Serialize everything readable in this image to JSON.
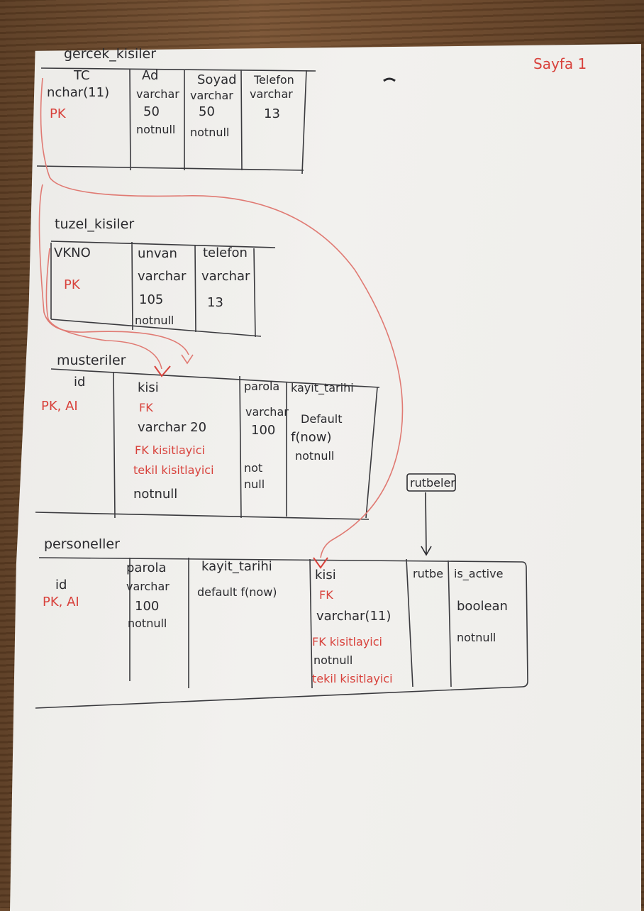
{
  "page_label": "Sayfa 1",
  "gercek_kisiler": {
    "title": "gercek_kisiler",
    "columns": [
      {
        "lines": [
          "TC",
          "nchar(11)"
        ],
        "key": "PK"
      },
      {
        "lines": [
          "Ad",
          "varchar",
          "50",
          "notnull"
        ]
      },
      {
        "lines": [
          "Soyad",
          "varchar",
          "50",
          "notnull"
        ]
      },
      {
        "lines": [
          "Telefon",
          "varchar",
          "13"
        ]
      }
    ]
  },
  "tuzel_kisiler": {
    "title": "tuzel_kisiler",
    "columns": [
      {
        "lines": [
          "VKNO"
        ],
        "key": "PK"
      },
      {
        "lines": [
          "unvan",
          "varchar",
          "105",
          "notnull"
        ]
      },
      {
        "lines": [
          "telefon",
          "varchar",
          "13"
        ]
      }
    ]
  },
  "musteriler": {
    "title": "musteriler",
    "columns": [
      {
        "lines": [
          "id"
        ],
        "key": "PK, AI"
      },
      {
        "name": "kisi",
        "fk": "FK",
        "type": "varchar 20",
        "notes": [
          "FK kisitlayici",
          "tekil kisitlayici"
        ],
        "null": "notnull"
      },
      {
        "lines": [
          "parola",
          "varchar",
          "100",
          "not",
          "null"
        ]
      },
      {
        "lines": [
          "kayit_tarihi",
          "Default",
          "f(now)",
          "notnull"
        ]
      }
    ]
  },
  "rutbeler_label": "rutbeler",
  "personeller": {
    "title": "personeller",
    "columns": [
      {
        "lines": [
          "id"
        ],
        "key": "PK, AI"
      },
      {
        "lines": [
          "parola",
          "varchar",
          "100",
          "notnull"
        ]
      },
      {
        "lines": [
          "kayit_tarihi",
          "default f(now)"
        ]
      },
      {
        "name": "kisi",
        "fk": "FK",
        "type": "varchar(11)",
        "notes_a": "FK kisitlayici",
        "null": "notnull",
        "notes_b": "tekil kisitlayici"
      },
      {
        "lines": [
          "rutbe"
        ]
      },
      {
        "lines": [
          "is_active",
          "boolean",
          "notnull"
        ]
      }
    ]
  }
}
